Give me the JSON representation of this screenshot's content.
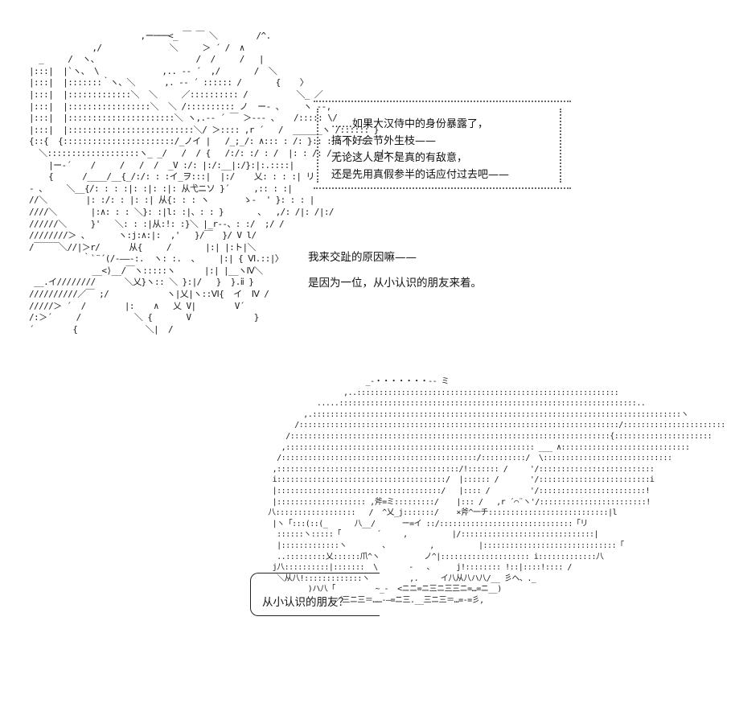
{
  "ascii_art": {
    "character_top": "                        ,ー───<_ ￣ ￣ ＼        /^.\n              ,/              ＼     ＞ ´ /  ∧\n   _     /  ヽ、                    /  /     /   |\n |:::|  |`ヽ、 \\             ,.. -‐ ´  ,/       /  ＼\n |:::|  |:::::::｀ヽ、＼      ,. -‐ ´ :::::: /       {    〉\n |:::|  |:::::::::::::＼  ＼     ／:::::::::: /          ＼_ ／\n |:::|  |:::::::::::::::::＼  ＼ /:::::::::: ノ  ー- 、    ヽ --,\n |:::|  |::::::::::::::::::::::＼ ヽ,.-‐ ´ ￣ ＞--- 、   /::::: \\/\n |:::|  |::::::::::::::::::::::::::＼/ ＞:::: ,r ´   /  ______ヽ /:::::: }\n {::{  {:::::::::::::::::::::::/_ノイ |   /_;_/: ∧::: : /: }:: : : |: :\n   ＼:::::::::::::::::::ヽ_ _/   /  / {   /:/: :/ : /  |: : /: / : : : : :|: :\n     |ー-´    /     /   /  /  _V :/: |:/:__|:/}:|:.::::|\n     {      /____/__{_/:/: : :イ_ヲ:::|  |:/    乂: : : :| リ\n - 、    ＼__{/: : : :|: :|: :|: 从弋ニソ }´     ,:: : :|\n //＼        |: :/: : |: :| 从{: : : ヽ       ゝ-  ' }: : : |\n ////＼       |:∧: : : ＼}: :|l: :|、: : }       、  ,/: /|: /|:/\n //////＼     }'   ＼: : :|从:!: :}＼ |_r--、: :/  ;/ /\n ////////＞ 、      ヽ:j:∧:|:  ,'   }/￣  }/ V l/\n /￣￣￣＼//|＞r/      从{     /       |:| |:ト|＼\n            ｀`¨´(/-――-:.  ヽ: :.  、    |:| { Ⅵ.::|〉\n              __<⟩__/￣ヽ:::::ヽ      |:| |__ヽⅣ＼\n  __.イ////////      ＼乂}ヽ:: ＼ }:|/   }  }.ⅱ }\n //////////／￣ ;/            ヽ|乂|ヽ::Ⅵ{  イ  Ⅳ /\n /////＞ ´  /        |:    ∧   乂 V|        V´\n /:＞´     /           ＼ {       V             }\n ´        {              ＼|  /",
    "character_bottom": "                            _-・・・・・・・-- ミ\n                       ,..:::::::::::::::::::::::::::::::::::::::::::::::::::::::::::\n                 .....:::::::::::::::::::::::::::::::::::::::::::::::::::::::::::::::::::..\n              ,.:::::::::::::::::::::::::::::::::::::::::::::::::::::::::::::::::::::::::::::::::::ヽ\n            /::::::::::::::::::::::::::::::::::::::::::::::::::::::::::::::::::::::::/:::::::::::::::::::::::\n          /::::::::::::::::::::::::::::::::::::::::::::::::::::::::::::::::::::::::{::::::::::::::::::::::\n         ,:::::::::::::::::::::::::::::::::::::::::::::::::::::::: ___ ∧:::::::::::::::::::::::::::::\n        /::::::::::::::::::::::::::::::::::::::::::::/::::::::::/  \\:::::::::::::::::::::::::::::\n       ,:::::::::::::::::::::::::::::::::::::::::/!::::::: /     '/::::::::::::::::::::::::::\n       i::::::::::::::::::::::::::::::::::::::/  |:::::: /       '/:::::::::::::::::::::::::i\n       |:::::::::::::::::::::::::::::::::::::/   |:::: /         '/::::::::::::::::::::::::!\n       |:::::::::::::::::::: ,斧=ミ:::::::::/    |::: /   ,r ´⌒¨ヽ'/::::::::::::::::::::::::!\n      八::::::::::::::::::   /  ^乂_j:::::::/    ×斧^一チ:::::::::::::::::::::::::::|l\n       |ヽ「:::(::(_      八__/      ー=イ ::/::::::::::::::::::::::::::::::「リ\n        ::::::ヽ:::::「        ´     ,          |/::::::::::::::::::::::::::::::|\n        |:::::::::::::ヽ        、         ,          |::::::::::::::::::::::::::::::「\n        ..:::::::::乂::::::爪^ヽ          ノ^|:::::::::::::::::::: i:::::::::::::八\n       j八::::::::::|:::::::  \\       -   、     j!:::::::: !::|::::!:::: /\n        ＼从八!:::::::::::::ヽ         ,.     イ八从八ハ八/__ 彡ヘ、._\n               )ハ八「         ~_-  <ニニ=ニ三ニ三三ニ=…=ニ__)\n                     ／三ニ三＝……‐―=ニ三.__三ニ三＝…=‐=彡,"
  },
  "speech_dotted": {
    "lines": [
      "……如果大汉侍中的身份暴露了，",
      "搞不好会节外生枝——",
      "无论这人是不是真的有敌意，",
      "还是先用真假参半的话应付过去吧——"
    ]
  },
  "narration": {
    "line1": "我来交趾的原因嘛——",
    "line2": "是因为一位，从小认识的朋友来着。"
  },
  "speech_solid": {
    "text": "从小认识的朋友？"
  }
}
